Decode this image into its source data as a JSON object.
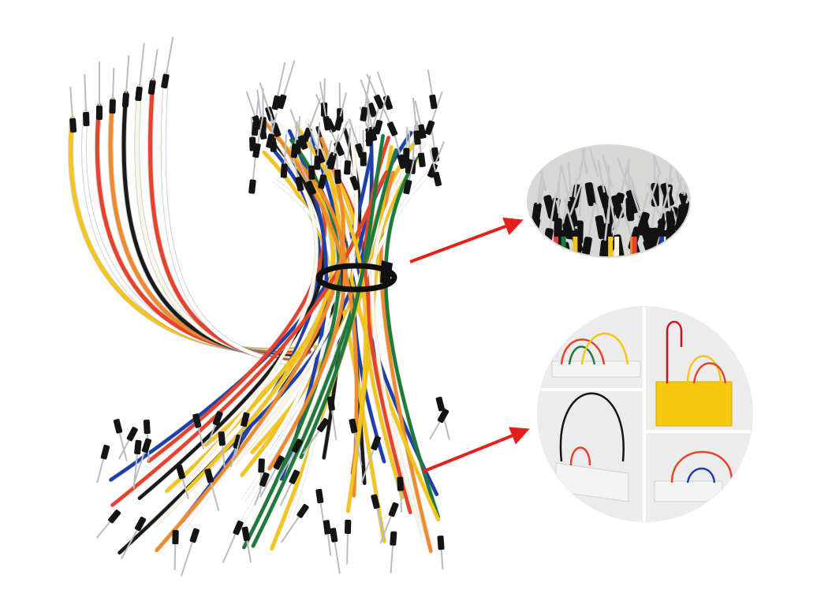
{
  "image": {
    "background_color": "#ffffff",
    "subject": "jumper-wire-bundle",
    "wire_colors": [
      "#f5c518",
      "#e8432a",
      "#f08a2a",
      "#ffffff",
      "#1a1a1a",
      "#1f3fa8",
      "#1e7a3a",
      "#fbf6e8"
    ],
    "pin_color": "#b9bcc0",
    "housing_color": "#141414",
    "tie_color": "#0e0e0e",
    "arrow_color": "#e3201b"
  },
  "insets": [
    {
      "id": "closeup-pins",
      "background": "#d7d7d5"
    },
    {
      "id": "breadboard-usage",
      "background": "#ececec",
      "board_colors": [
        "#f2f3f2",
        "#f6c90e"
      ]
    }
  ]
}
